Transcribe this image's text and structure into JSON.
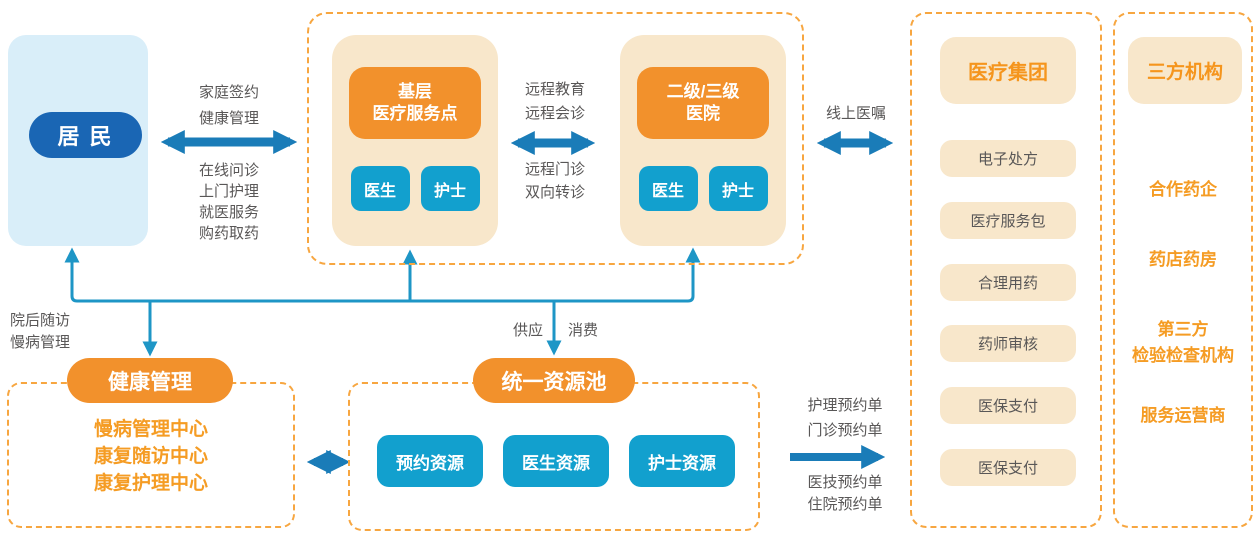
{
  "colors": {
    "accent_orange": "#F2912C",
    "beige": "#F8E7CB",
    "dashed_border": "#F7A640",
    "blue_chip": "#12A0CE",
    "dark_blue_pill": "#1A66B4",
    "light_blue_panel": "#D9EEF9",
    "thick_arrow_blue": "#1A7CB8",
    "wire_teal": "#1E96C6",
    "gray_text": "#595757",
    "orange_text": "#F59C24"
  },
  "residents": {
    "label": "居 民"
  },
  "network": {
    "primary": {
      "title": "基层\n医疗服务点",
      "staff": [
        "医生",
        "护士"
      ]
    },
    "hospital": {
      "title": "二级/三级\n医院",
      "staff": [
        "医生",
        "护士"
      ]
    }
  },
  "labels": {
    "family_top": "家庭签约\n健康管理",
    "family_bottom": "在线问诊\n上门护理\n就医服务\n购药取药",
    "remote_top": "远程教育\n远程会诊",
    "remote_bottom": "远程门诊\n双向转诊",
    "online_order": "线上医嘱",
    "post_hospital": "院后随访\n慢病管理",
    "supply": "供应",
    "consume": "消费",
    "orders_top": "护理预约单\n门诊预约单",
    "orders_bottom": "医技预约单\n住院预约单"
  },
  "health_mgmt": {
    "title": "健康管理",
    "items": [
      "慢病管理中心",
      "康复随访中心",
      "康复护理中心"
    ]
  },
  "resource_pool": {
    "title": "统一资源池",
    "chips": [
      "预约资源",
      "医生资源",
      "护士资源"
    ]
  },
  "medical_group": {
    "title": "医疗集团",
    "items": [
      "电子处方",
      "医疗服务包",
      "合理用药",
      "药师审核",
      "医保支付",
      "医保支付"
    ]
  },
  "third_party": {
    "title": "三方机构",
    "items": [
      "合作药企",
      "药店药房",
      "第三方\n检验检查机构",
      "服务运营商"
    ]
  }
}
